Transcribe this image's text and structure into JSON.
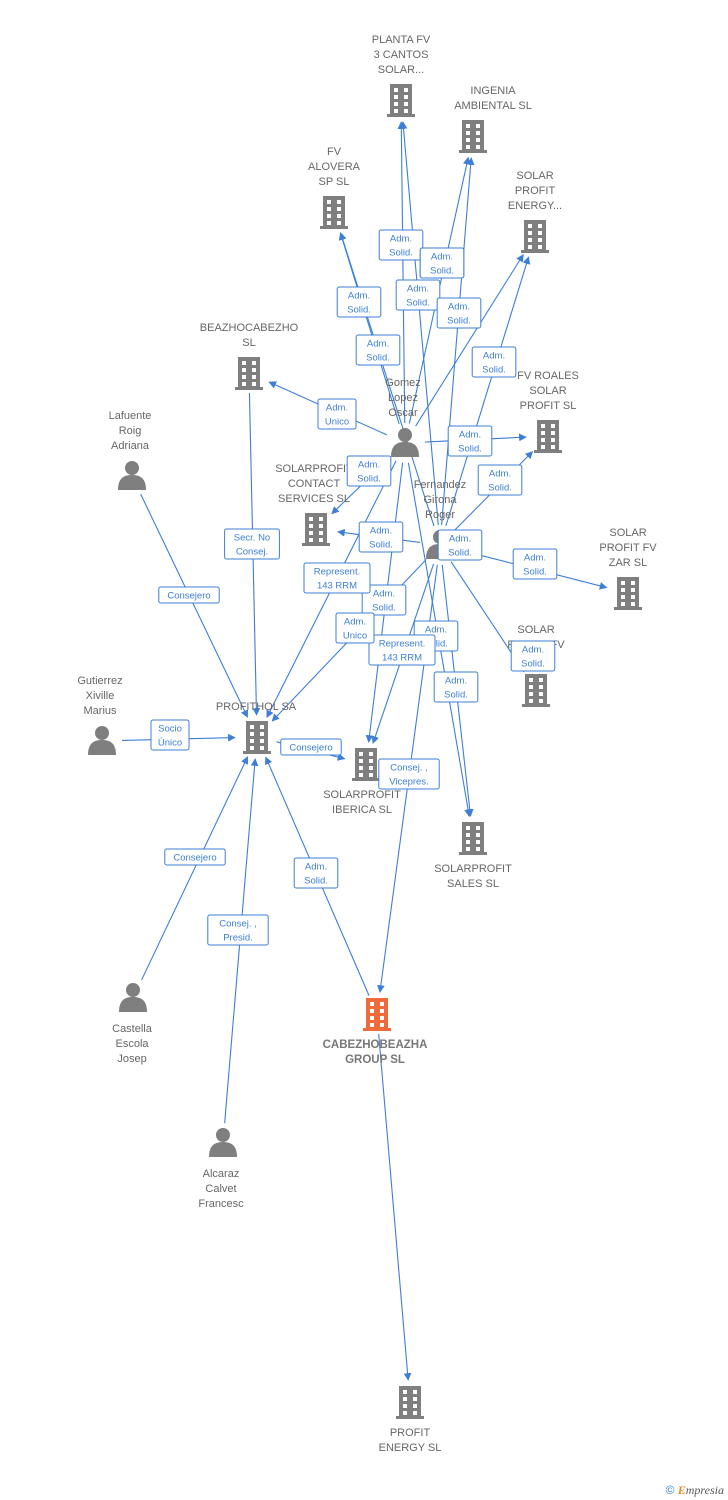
{
  "colors": {
    "edge": "#3d7fd6",
    "company": "#7f7f7f",
    "person": "#7f7f7f",
    "focus": "#f06a3a"
  },
  "nodes": [
    {
      "id": "planta",
      "type": "company",
      "lines": [
        "PLANTA FV",
        "3 CANTOS",
        "SOLAR..."
      ]
    },
    {
      "id": "ingenia",
      "type": "company",
      "lines": [
        "INGENIA",
        "AMBIENTAL SL"
      ]
    },
    {
      "id": "alovera",
      "type": "company",
      "lines": [
        "FV",
        "ALOVERA",
        "SP SL"
      ]
    },
    {
      "id": "sp_energy",
      "type": "company",
      "lines": [
        "SOLAR",
        "PROFIT",
        "ENERGY..."
      ]
    },
    {
      "id": "beazho",
      "type": "company",
      "lines": [
        "BEAZHOCABEZHO",
        "SL"
      ]
    },
    {
      "id": "gomez",
      "type": "person",
      "lines": [
        "Gomez",
        "Lopez",
        "Oscar"
      ]
    },
    {
      "id": "roales",
      "type": "company",
      "lines": [
        "FV ROALES",
        "SOLAR",
        "PROFIT SL"
      ]
    },
    {
      "id": "lafuente",
      "type": "person",
      "lines": [
        "Lafuente",
        "Roig",
        "Adriana"
      ]
    },
    {
      "id": "contact",
      "type": "company",
      "lines": [
        "SOLARPROFIT",
        "CONTACT",
        "SERVICES SL"
      ]
    },
    {
      "id": "fernandez",
      "type": "person",
      "lines": [
        "Fernandez",
        "Girona",
        "Roger"
      ]
    },
    {
      "id": "zar",
      "type": "company",
      "lines": [
        "SOLAR",
        "PROFIT FV",
        "ZAR SL"
      ]
    },
    {
      "id": "sev",
      "type": "company",
      "lines": [
        "SOLAR",
        "PROFIT FV",
        "SEV SL"
      ]
    },
    {
      "id": "gutierrez",
      "type": "person",
      "lines": [
        "Gutierrez",
        "Xiville",
        "Marius"
      ]
    },
    {
      "id": "profithol",
      "type": "company",
      "lines": [
        "PROFITHOL SA"
      ]
    },
    {
      "id": "iberica",
      "type": "company",
      "lines": [
        "SOLARPROFIT",
        "IBERICA SL"
      ]
    },
    {
      "id": "sales",
      "type": "company",
      "lines": [
        "SOLARPROFIT",
        "SALES SL"
      ]
    },
    {
      "id": "castella",
      "type": "person",
      "lines": [
        "Castella",
        "Escola",
        "Josep"
      ]
    },
    {
      "id": "cabezho",
      "type": "focus",
      "lines": [
        "CABEZHOBEAZHA",
        "GROUP SL"
      ]
    },
    {
      "id": "alcaraz",
      "type": "person",
      "lines": [
        "Alcaraz",
        "Calvet",
        "Francesc"
      ]
    },
    {
      "id": "profit_energy",
      "type": "company",
      "lines": [
        "PROFIT",
        "ENERGY SL"
      ]
    }
  ],
  "edges": [
    {
      "from": "gomez",
      "to": "planta",
      "label": [
        "Adm.",
        "Solid."
      ]
    },
    {
      "from": "gomez",
      "to": "ingenia",
      "label": [
        "Adm.",
        "Solid."
      ]
    },
    {
      "from": "gomez",
      "to": "alovera",
      "label": [
        "Adm.",
        "Solid."
      ]
    },
    {
      "from": "fernandez",
      "to": "planta",
      "label": [
        "Adm.",
        "Solid."
      ]
    },
    {
      "from": "fernandez",
      "to": "ingenia",
      "label": [
        "Adm.",
        "Solid."
      ]
    },
    {
      "from": "fernandez",
      "to": "alovera",
      "label": [
        "Adm.",
        "Solid."
      ]
    },
    {
      "from": "gomez",
      "to": "sp_energy",
      "label": [
        "Adm.",
        "Solid."
      ]
    },
    {
      "from": "fernandez",
      "to": "sp_energy",
      "label": [
        "Adm.",
        "Solid."
      ]
    },
    {
      "from": "gomez",
      "to": "beazho",
      "label": [
        "Adm.",
        "Unico"
      ]
    },
    {
      "from": "gomez",
      "to": "roales",
      "label": [
        "Adm.",
        "Solid."
      ]
    },
    {
      "from": "fernandez",
      "to": "roales",
      "label": [
        "Adm.",
        "Solid."
      ]
    },
    {
      "from": "gomez",
      "to": "contact",
      "label": [
        "Adm.",
        "Solid."
      ]
    },
    {
      "from": "fernandez",
      "to": "contact",
      "label": [
        "Adm.",
        "Solid."
      ]
    },
    {
      "from": "fernandez",
      "to": "zar",
      "label": [
        "Adm.",
        "Solid."
      ]
    },
    {
      "from": "fernandez",
      "to": "sev",
      "label": [
        "Adm.",
        "Solid."
      ]
    },
    {
      "from": "gomez",
      "to": "iberica",
      "label": [
        "Adm.",
        "Solid."
      ]
    },
    {
      "from": "fernandez",
      "to": "iberica",
      "label": [
        "Adm.",
        "Solid."
      ]
    },
    {
      "from": "gomez",
      "to": "sales",
      "label": [
        "Adm.",
        "Solid."
      ]
    },
    {
      "from": "fernandez",
      "to": "sales",
      "label": [
        "Adm.",
        "Solid."
      ]
    },
    {
      "from": "gomez",
      "to": "profithol",
      "label": [
        "Represent.",
        "143 RRM"
      ]
    },
    {
      "from": "fernandez",
      "to": "profithol",
      "label": [
        "Represent.",
        "143 RRM"
      ]
    },
    {
      "from": "fernandez",
      "to": "cabezho",
      "label": [
        "Adm.",
        "Unico"
      ]
    },
    {
      "from": "beazho",
      "to": "profithol",
      "label": [
        "Consej. ,",
        "Vicepres."
      ]
    },
    {
      "from": "lafuente",
      "to": "profithol",
      "label": [
        "Secr. No",
        "Consej."
      ]
    },
    {
      "from": "gutierrez",
      "to": "profithol",
      "label": [
        "Consejero"
      ]
    },
    {
      "from": "profithol",
      "to": "iberica",
      "label": [
        "Socio",
        "Único"
      ]
    },
    {
      "from": "castella",
      "to": "profithol",
      "label": [
        "Consejero"
      ]
    },
    {
      "from": "alcaraz",
      "to": "profithol",
      "label": [
        "Consejero"
      ]
    },
    {
      "from": "cabezho",
      "to": "profithol",
      "label": [
        "Consej. ,",
        "Presid."
      ]
    },
    {
      "from": "cabezho",
      "to": "profit_energy",
      "label": [
        "Adm.",
        "Solid."
      ]
    }
  ],
  "footer": {
    "copyright": "©",
    "brand_initial": "E",
    "brand_rest": "mpresia"
  }
}
